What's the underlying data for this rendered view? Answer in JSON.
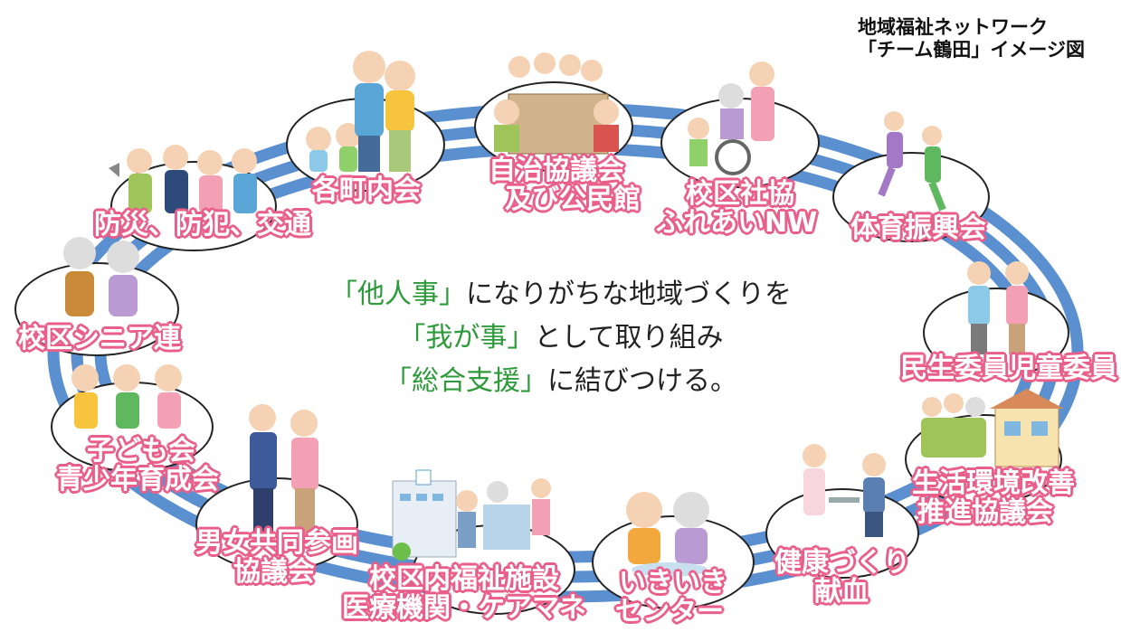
{
  "title": {
    "line1": "地域福祉ネットワーク",
    "line2": "「チーム鶴田」イメージ図"
  },
  "message": {
    "line1_quote": "「他人事」",
    "line1_rest": "になりがちな地域づくりを",
    "line2_quote": "「我が事」",
    "line2_rest": "として取り組み",
    "line3_quote": "「総合支援」",
    "line3_rest": "に結びつける。"
  },
  "nodes": {
    "kakuchou": "各町内会",
    "jichi_1": "自治協議会",
    "jichi_2": "及び公民館",
    "shakyo_1": "校区社協",
    "shakyo_2": "ふれあいNW",
    "taiiku": "体育振興会",
    "minsei": "民生委員児童委員",
    "seikatsu_1": "生活環境改善",
    "seikatsu_2": "推進協議会",
    "kenkou_1": "健康づくり",
    "kenkou_2": "献血",
    "ikiiki_1": "いきいき",
    "ikiiki_2": "センター",
    "fukushi_1": "校区内福祉施設",
    "fukushi_2": "医療機関・ケアマネ",
    "danjo_1": "男女共同参画",
    "danjo_2": "協議会",
    "kodomo_1": "子ども会",
    "kodomo_2": "青少年育成会",
    "senior": "校区シニア連",
    "bousai": "防災、防犯、交通"
  },
  "colors": {
    "ring": "#5a8fd0",
    "label_outline": "#e95f8a",
    "quote_green": "#2d9b3a"
  }
}
